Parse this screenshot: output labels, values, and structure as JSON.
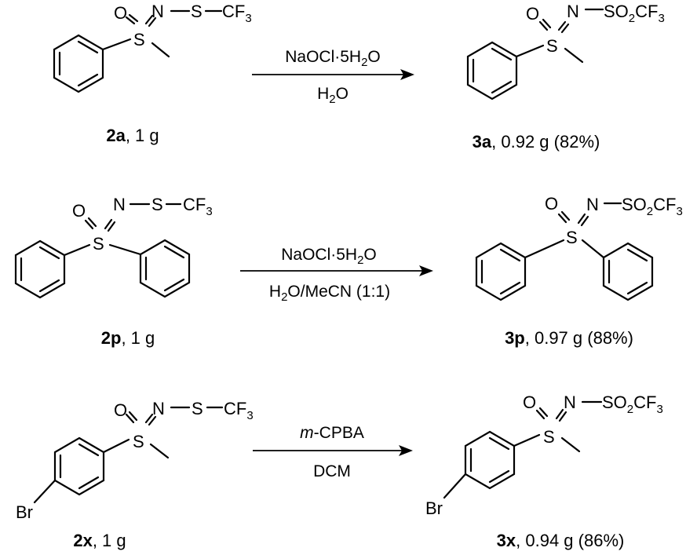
{
  "reactions": [
    {
      "substrate": {
        "id": "2a",
        "amount": ", 1 g"
      },
      "conditions": {
        "above": "NaOCl·5H",
        "above_sub": "2",
        "above_end": "O",
        "below": "H",
        "below_sub": "2",
        "below_end": "O"
      },
      "product": {
        "id": "3a",
        "amount": ", 0.92 g (82%)"
      }
    },
    {
      "substrate": {
        "id": "2p",
        "amount": ", 1 g"
      },
      "conditions": {
        "above": "NaOCl·5H",
        "above_sub": "2",
        "above_end": "O",
        "below": "H",
        "below_sub": "2",
        "below_end": "O/MeCN (1:1)"
      },
      "product": {
        "id": "3p",
        "amount": ", 0.97 g (88%)"
      }
    },
    {
      "substrate": {
        "id": "2x",
        "amount": ", 1 g"
      },
      "conditions": {
        "above_italic": "m",
        "above": "-CPBA",
        "below": "DCM"
      },
      "product": {
        "id": "3x",
        "amount": ", 0.94 g (86%)"
      }
    }
  ],
  "atoms": {
    "O": "O",
    "S": "S",
    "N": "N",
    "Br": "Br",
    "sulfenyl_S": "S",
    "C": "C",
    "F": "F",
    "three": "3",
    "SO": "SO",
    "two": "2"
  }
}
